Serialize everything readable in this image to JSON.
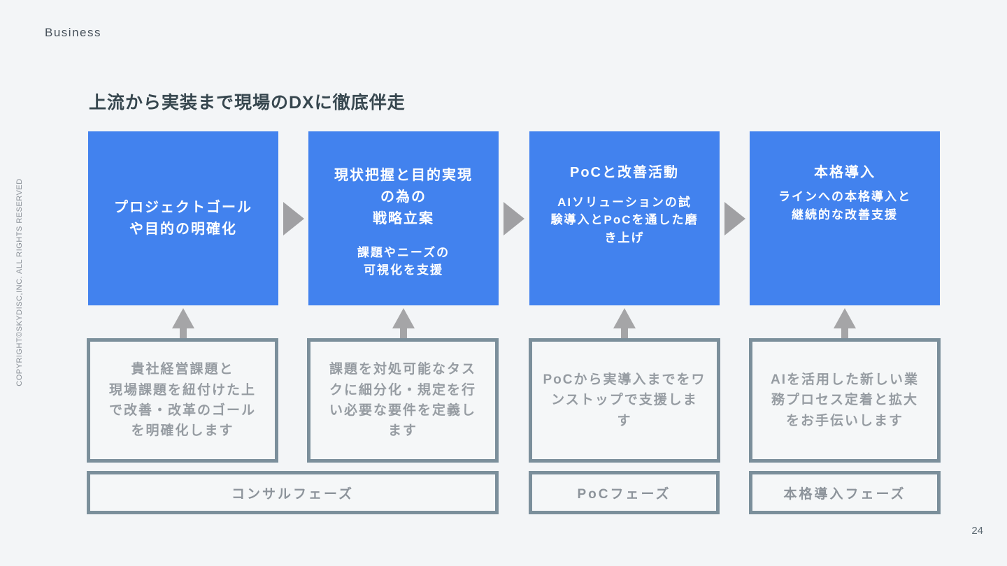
{
  "page": {
    "eyebrow": "Business",
    "title": "上流から実装まで現場のDXに徹底伴走",
    "page_number": "24",
    "copyright": "COPYRIGHT©SKYDISC,INC. ALL RIGHTS RESERVED"
  },
  "colors": {
    "accent_blue": "#4282ee",
    "border_gray": "#7b8f9b",
    "arrow_gray": "#a5a5a7",
    "title_text": "#37474f",
    "muted_text": "#969ca2",
    "background": "#f3f5f7"
  },
  "flow": {
    "steps": [
      {
        "heading": "プロジェクトゴール\nや目的の明確化",
        "subtext": "",
        "detail": "貴社経営課題と\n現場課題を紐付けた上\nで改善・改革のゴール\nを明確化します"
      },
      {
        "heading": "現状把握と目的実現\nの為の\n戦略立案",
        "subtext": "課題やニーズの\n可視化を支援",
        "detail": "課題を対処可能なタス\nクに細分化・規定を行\nい必要な要件を定義し\nます"
      },
      {
        "heading": "PoCと改善活動",
        "subtext": "AIソリューションの試\n験導入とPoCを通した磨\nき上げ",
        "detail": "PoCから実導入までをワ\nンストップで支援しま\nす"
      },
      {
        "heading": "本格導入",
        "subtext": "ラインへの本格導入と\n継続的な改善支援",
        "detail": "AIを活用した新しい業\n務プロセス定着と拡大\nをお手伝いします"
      }
    ],
    "phases": [
      {
        "label": "コンサルフェーズ"
      },
      {
        "label": "PoCフェーズ"
      },
      {
        "label": "本格導入フェーズ"
      }
    ]
  }
}
